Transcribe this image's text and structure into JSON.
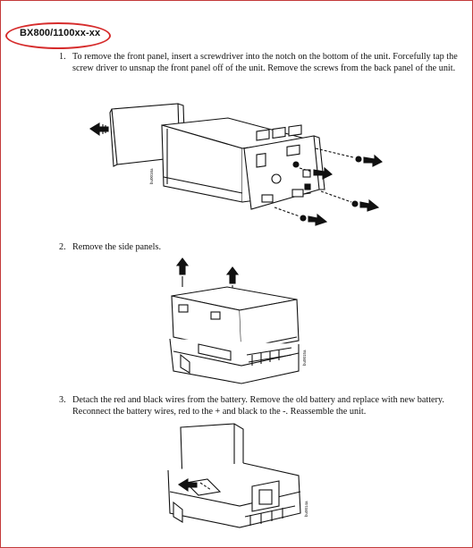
{
  "model": "BX800/1100xx-xx",
  "steps": [
    {
      "num": "1.",
      "text": "To remove the front panel, insert a screwdriver into the notch on the bottom of the unit. Forcefully tap the screw driver to unsnap the front panel off of the unit. Remove the screws from the back panel of the unit."
    },
    {
      "num": "2.",
      "text": "Remove the side panels."
    },
    {
      "num": "3.",
      "text": "Detach the red and black wires from the battery. Remove the old battery and replace with new battery. Reconnect the battery wires, red to the + and black to the -. Reassemble the unit."
    }
  ],
  "figure_codes": [
    "bu0016a",
    "bu0015a",
    "bu0014a"
  ],
  "colors": {
    "frame": "#c33a3a",
    "oval": "#d62c2c",
    "ink": "#111111"
  }
}
